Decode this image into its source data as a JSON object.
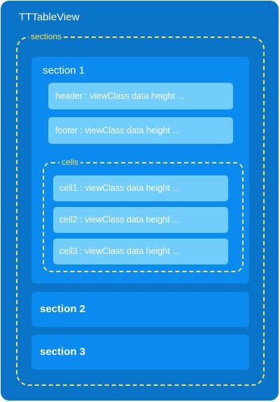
{
  "table_view": {
    "title": "TTTableView",
    "sections_label": "sections",
    "section1": {
      "title": "section 1",
      "header": "header : viewClass  data  height ...",
      "footer": "footer : viewClass  data  height ...",
      "cells_label": "cells",
      "cells": [
        "cell1 : viewClass  data  height ...",
        "cell2 : viewClass  data  height ...",
        "cell3 : viewClass  data  height ..."
      ]
    },
    "section2": {
      "title": "section 2"
    },
    "section3": {
      "title": "section 3"
    }
  },
  "colors": {
    "outer_background": "#0a74c8",
    "section_background": "#0b8af0",
    "item_background": "#71cdfb",
    "dashed_border": "#f2e24a",
    "text": "#ffffff"
  }
}
